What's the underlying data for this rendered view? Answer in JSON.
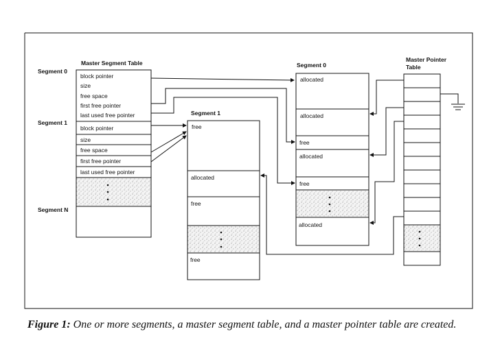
{
  "master_segment_table": {
    "title": "Master Segment Table",
    "segment_labels": [
      "Segment 0",
      "Segment 1",
      "Segment N"
    ],
    "segment0_fields": [
      "block pointer",
      "size",
      "free space",
      "first free pointer",
      "last used free pointer"
    ],
    "segment1_fields": [
      "block pointer",
      "size",
      "free space",
      "first free pointer",
      "last used free pointer"
    ]
  },
  "segment1": {
    "title": "Segment 1",
    "blocks": [
      "free",
      "allocated",
      "free",
      "",
      "free"
    ]
  },
  "segment0": {
    "title": "Segment 0",
    "blocks": [
      "allocated",
      "allocated",
      "free",
      "allocated",
      "free",
      "",
      "allocated"
    ]
  },
  "master_pointer_table": {
    "title_line1": "Master Pointer",
    "title_line2": "Table"
  },
  "caption": {
    "label": "Figure 1:",
    "text": "One or more segments, a master segment table, and a master pointer table are created."
  }
}
